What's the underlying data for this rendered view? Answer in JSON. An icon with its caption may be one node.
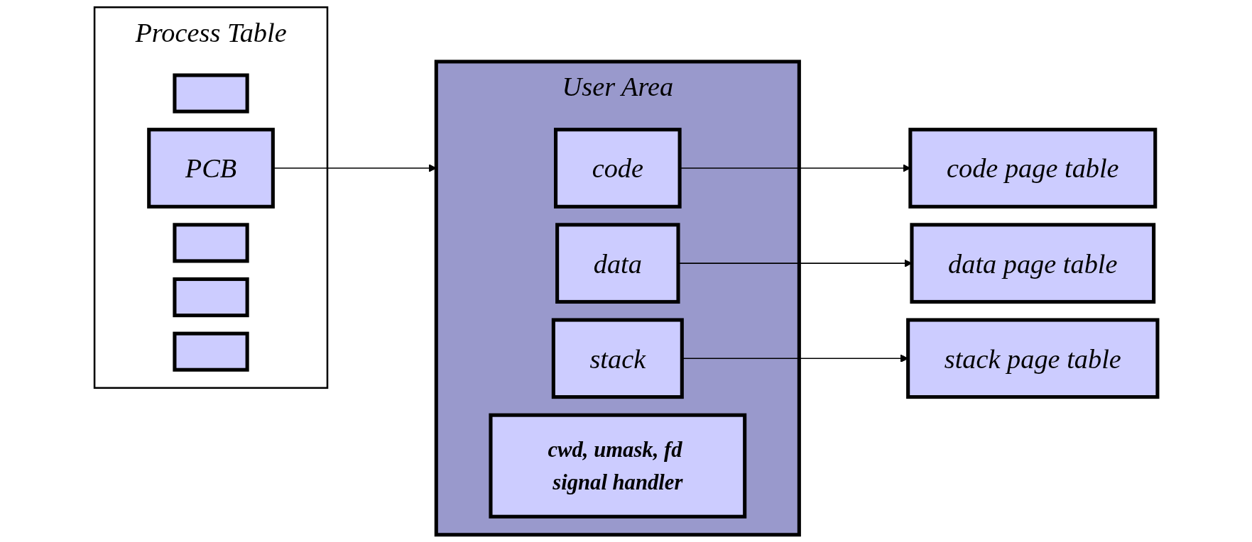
{
  "diagram": {
    "nodes": [
      {
        "text": [
          "Process Table"
        ]
      },
      {
        "text": [],
        "shape": "box",
        "in": 0
      },
      {
        "text": [
          "PCB"
        ],
        "in": 0
      },
      {
        "text": [],
        "shape": "box",
        "in": 0
      },
      {
        "text": [],
        "shape": "box",
        "in": 0
      },
      {
        "text": [],
        "shape": "box",
        "in": 0
      },
      {
        "text": [
          "User Area"
        ]
      },
      {
        "text": [
          "code"
        ],
        "in": 6
      },
      {
        "text": [
          "data"
        ],
        "in": 6
      },
      {
        "text": [
          "stack"
        ],
        "in": 6
      },
      {
        "text": [
          "cwd, umask, fd signal handler"
        ],
        "in": 6
      },
      {
        "text": [
          "code page table"
        ]
      },
      {
        "text": [
          "data page table"
        ]
      },
      {
        "text": [
          "stack page table"
        ]
      }
    ],
    "edges": [
      {
        "from": 2,
        "to": 6,
        "arrow": "to"
      },
      {
        "from": 7,
        "to": 11,
        "arrow": "to"
      },
      {
        "from": 8,
        "to": 12,
        "arrow": "to"
      },
      {
        "from": 9,
        "to": 13,
        "arrow": "to"
      }
    ]
  }
}
